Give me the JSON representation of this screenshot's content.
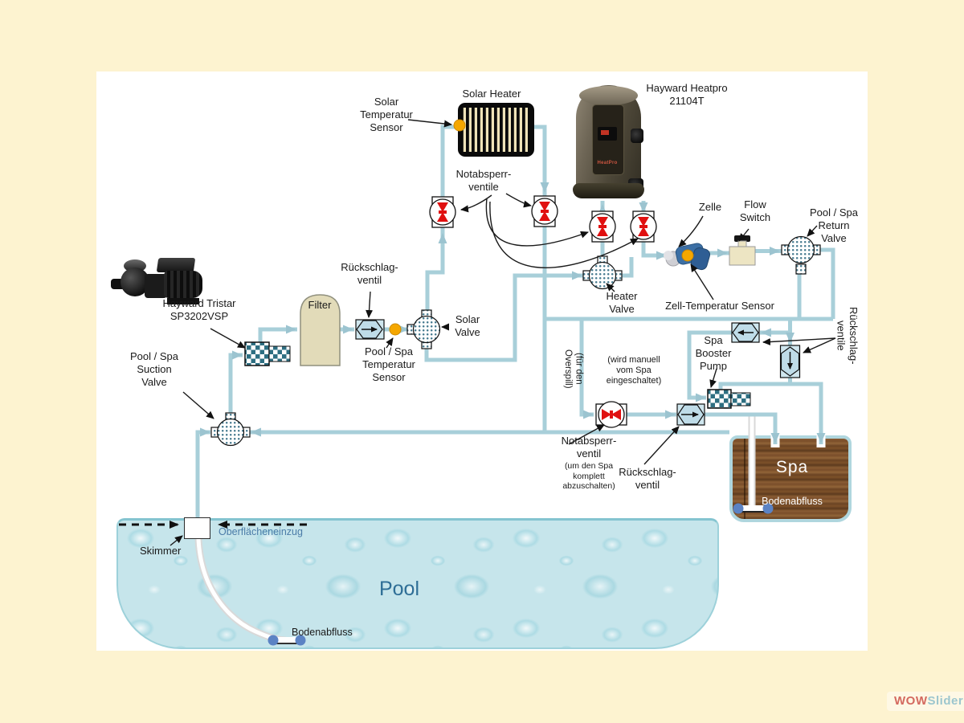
{
  "diagram": {
    "labels": {
      "solarHeater": "Solar Heater",
      "solarTempSensor": "Solar\nTemperatur\nSensor",
      "heatpro": "Hayward Heatpro\n21104T",
      "heatproLogo": "HeatPro",
      "notabsperrVentile": "Notabsperr-\nventile",
      "zelle": "Zelle",
      "flowSwitch": "Flow\nSwitch",
      "returnValve": "Pool / Spa\nReturn\nValve",
      "zellTempSensor": "Zell-Temperatur Sensor",
      "heaterValve": "Heater\nValve",
      "tristar": "Hayward Tristar\nSP3202VSP",
      "filter": "Filter",
      "rueckschlagVentilTop": "Rückschlag-\nventil",
      "poolSpaTempSensor": "Pool / Spa\nTemperatur\nSensor",
      "solarValve": "Solar\nValve",
      "suctionValve": "Pool / Spa\nSuction\nValve",
      "overspill": "(für den\nOverspill)",
      "wirdManuell": "(wird manuell\nvom Spa\neingeschaltet)",
      "spaBoosterPump": "Spa\nBooster\nPump",
      "rueckschlagVentileRight": "Rückschlag-\nventile",
      "notabsperrVentilBottom": "Notabsperr-\nventil",
      "notabsperrVentilBottomSub": "(um den Spa\nkomplett\nabzuschalten)",
      "rueckschlagVentilBottom": "Rückschlag-\nventil",
      "spa": "Spa",
      "spaBodenabfluss": "Bodenabfluss",
      "oberflaecheneinzug": "Oberflächeneinzug",
      "skimmer": "Skimmer",
      "pool": "Pool",
      "poolBodenabfluss": "Bodenabfluss"
    },
    "colors": {
      "background": "#FDF3D0",
      "pipe": "#A8CFD9",
      "valveRed": "#E01010",
      "sensorOrange": "#F5A700",
      "poolWater": "#C6E5EB",
      "spaWood": "#7A5129",
      "spaBorder": "#AFD6DE",
      "poolText": "#2E6E96",
      "surfaceDrawText": "#4B7CA8",
      "watermarkWow": "#D4695F",
      "watermarkSlider": "#9CC6CE"
    },
    "watermark": {
      "wow": "WOW",
      "slider": "Slider"
    }
  }
}
